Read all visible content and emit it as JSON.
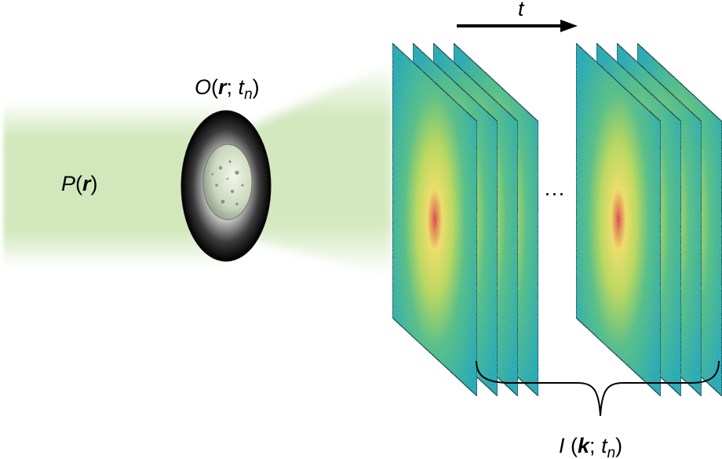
{
  "labels": {
    "probe": {
      "main": "P",
      "open": "(",
      "vec": "r",
      "close": ")"
    },
    "object": {
      "main": "O",
      "open": "(",
      "vec": "r",
      "sep": "; ",
      "var": "t",
      "sub": "n",
      "close": ")"
    },
    "time_axis": "t",
    "ellipsis": "···",
    "intensity": {
      "main": "I",
      "open": " (",
      "vec": "k",
      "sep": "; ",
      "var": "t",
      "sub": "n",
      "close": ")"
    }
  },
  "colors": {
    "beam": "#cfe6b8",
    "frame_edge": "#1a1a1a",
    "pattern_background": "#22a6b0",
    "pattern_mid": "#a8d240",
    "pattern_ring": "#ffe24a",
    "pattern_center": "#e8202a"
  },
  "icons": {
    "object": "sample-disk-icon",
    "time_arrow": "arrow-right-icon",
    "group_brace": "curly-brace-icon"
  }
}
